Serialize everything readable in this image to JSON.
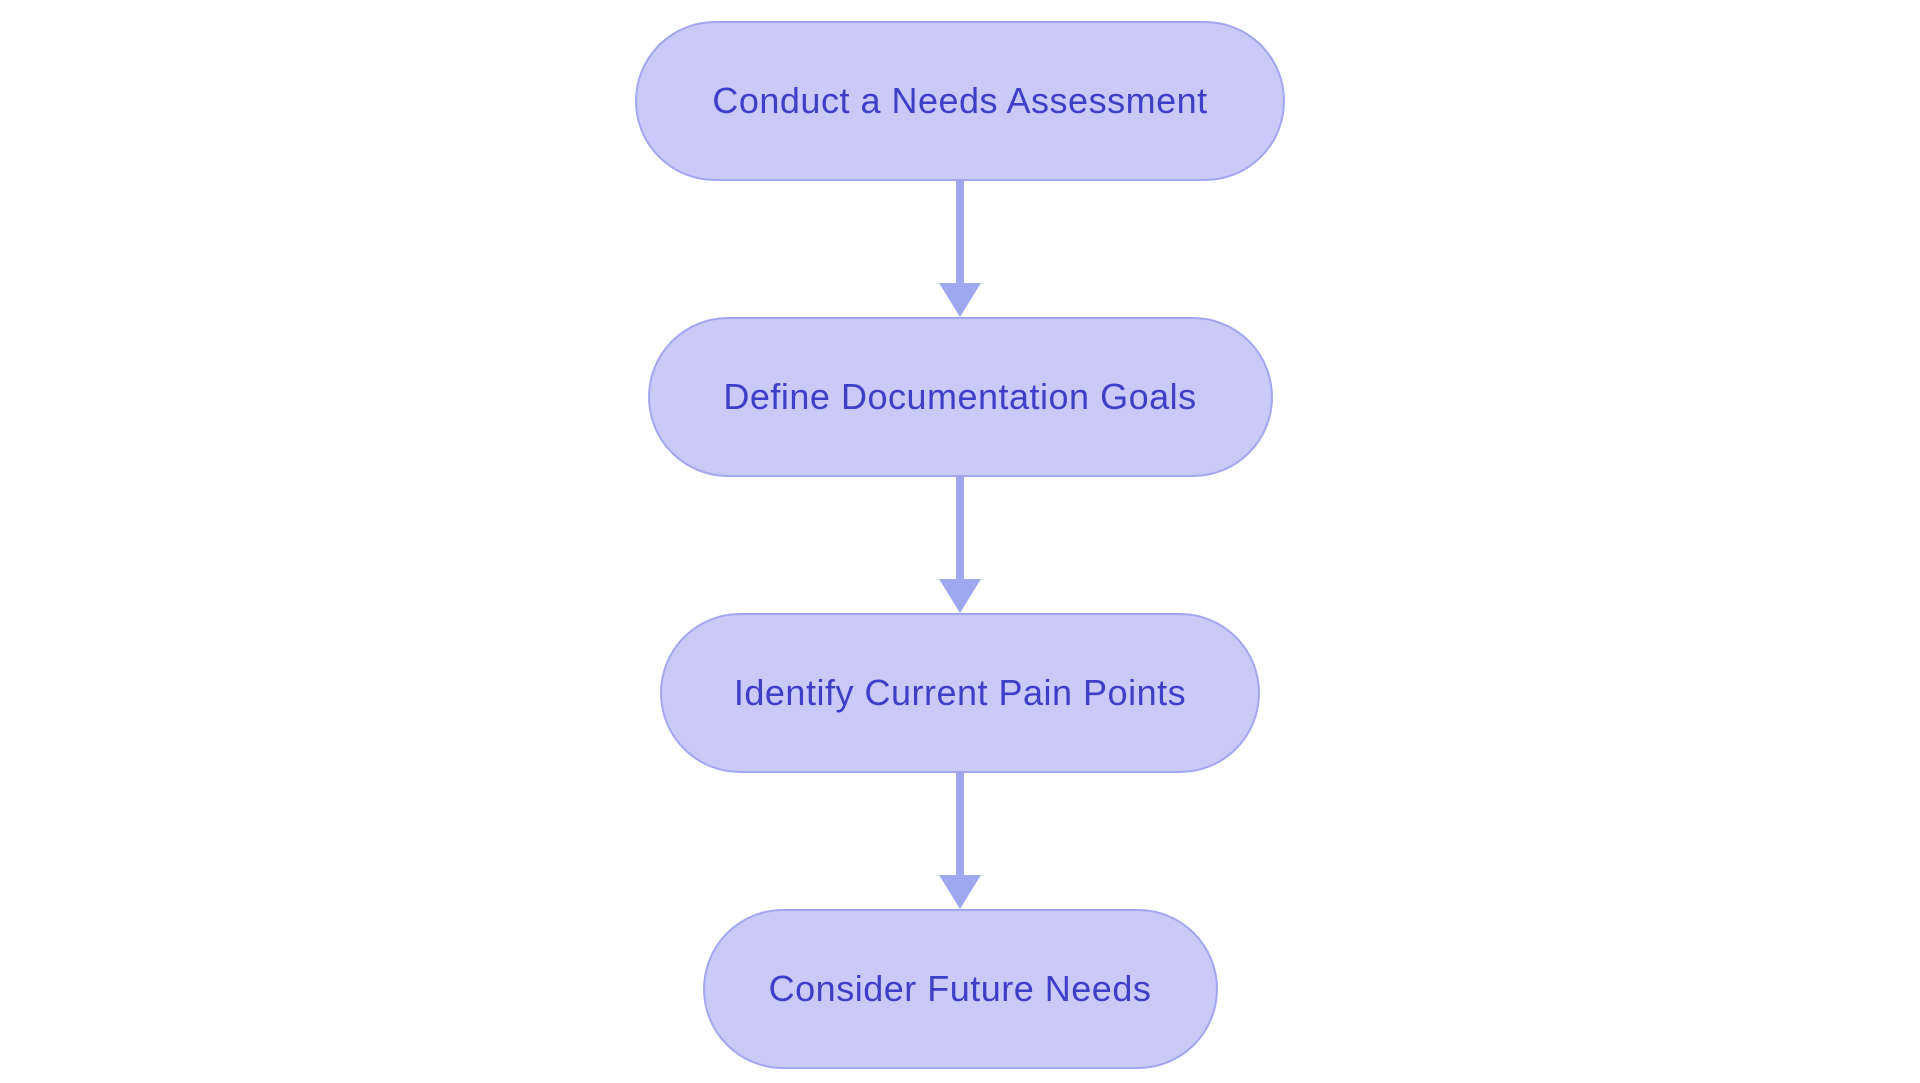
{
  "flowchart": {
    "type": "vertical-process-flow",
    "nodes": [
      {
        "id": 1,
        "label": "Conduct a Needs Assessment"
      },
      {
        "id": 2,
        "label": "Define Documentation Goals"
      },
      {
        "id": 3,
        "label": "Identify Current Pain Points"
      },
      {
        "id": 4,
        "label": "Consider Future Needs"
      }
    ],
    "edges": [
      {
        "from": 1,
        "to": 2,
        "style": "arrow-down"
      },
      {
        "from": 2,
        "to": 3,
        "style": "arrow-down"
      },
      {
        "from": 3,
        "to": 4,
        "style": "arrow-down"
      }
    ],
    "colors": {
      "background": "#ffffff",
      "node_fill": "#c9caf8",
      "node_border": "#a3a7f0",
      "node_text": "#3e3fc8",
      "arrow": "#9fa7f1"
    }
  }
}
